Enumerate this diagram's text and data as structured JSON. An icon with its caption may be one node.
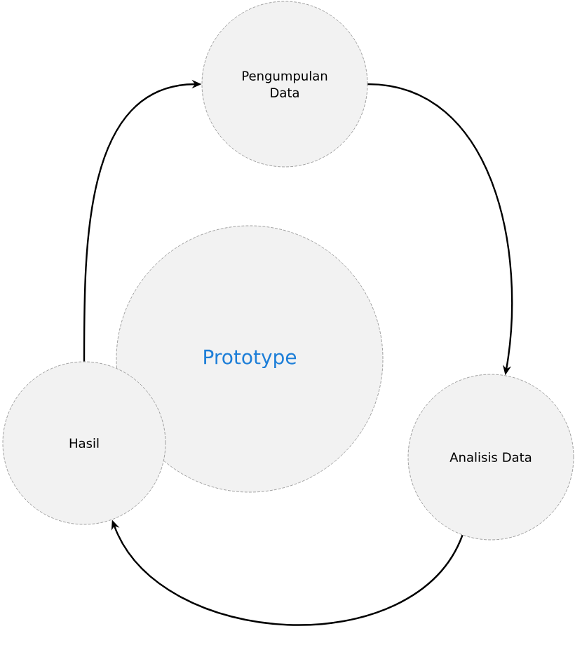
{
  "diagram": {
    "nodes": [
      {
        "text": [
          "Pengumpulan Data"
        ]
      },
      {
        "text": [
          "Prototype"
        ]
      },
      {
        "text": [
          "Hasil"
        ]
      },
      {
        "text": [
          "Analisis Data"
        ]
      }
    ],
    "edges": [
      {
        "from": 2,
        "to": 0,
        "arrow": "to"
      },
      {
        "from": 0,
        "to": 3,
        "arrow": "to"
      },
      {
        "from": 3,
        "to": 2,
        "arrow": "to"
      }
    ]
  }
}
